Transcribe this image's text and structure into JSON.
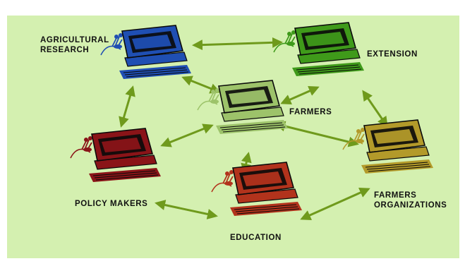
{
  "colors": {
    "background": "#d4f0b0",
    "arrow": "#6f9a1c",
    "computers": {
      "research": "#1f4fb3",
      "extension": "#3f9a1a",
      "farmers": "#9dc36a",
      "organizations": "#b39a2a",
      "education": "#b2331c",
      "policy": "#8a1418"
    }
  },
  "nodes": {
    "research": {
      "label_line1": "AGRICULTURAL",
      "label_line2": "RESEARCH",
      "icon": "computer-icon"
    },
    "extension": {
      "label": "EXTENSION",
      "icon": "computer-icon"
    },
    "farmers": {
      "label": "FARMERS",
      "icon": "computer-icon"
    },
    "organizations": {
      "label_line1": "FARMERS",
      "label_line2": "ORGANIZATIONS",
      "icon": "computer-icon"
    },
    "education": {
      "label": "EDUCATION",
      "icon": "computer-icon"
    },
    "policy": {
      "label": "POLICY MAKERS",
      "icon": "computer-icon"
    }
  }
}
